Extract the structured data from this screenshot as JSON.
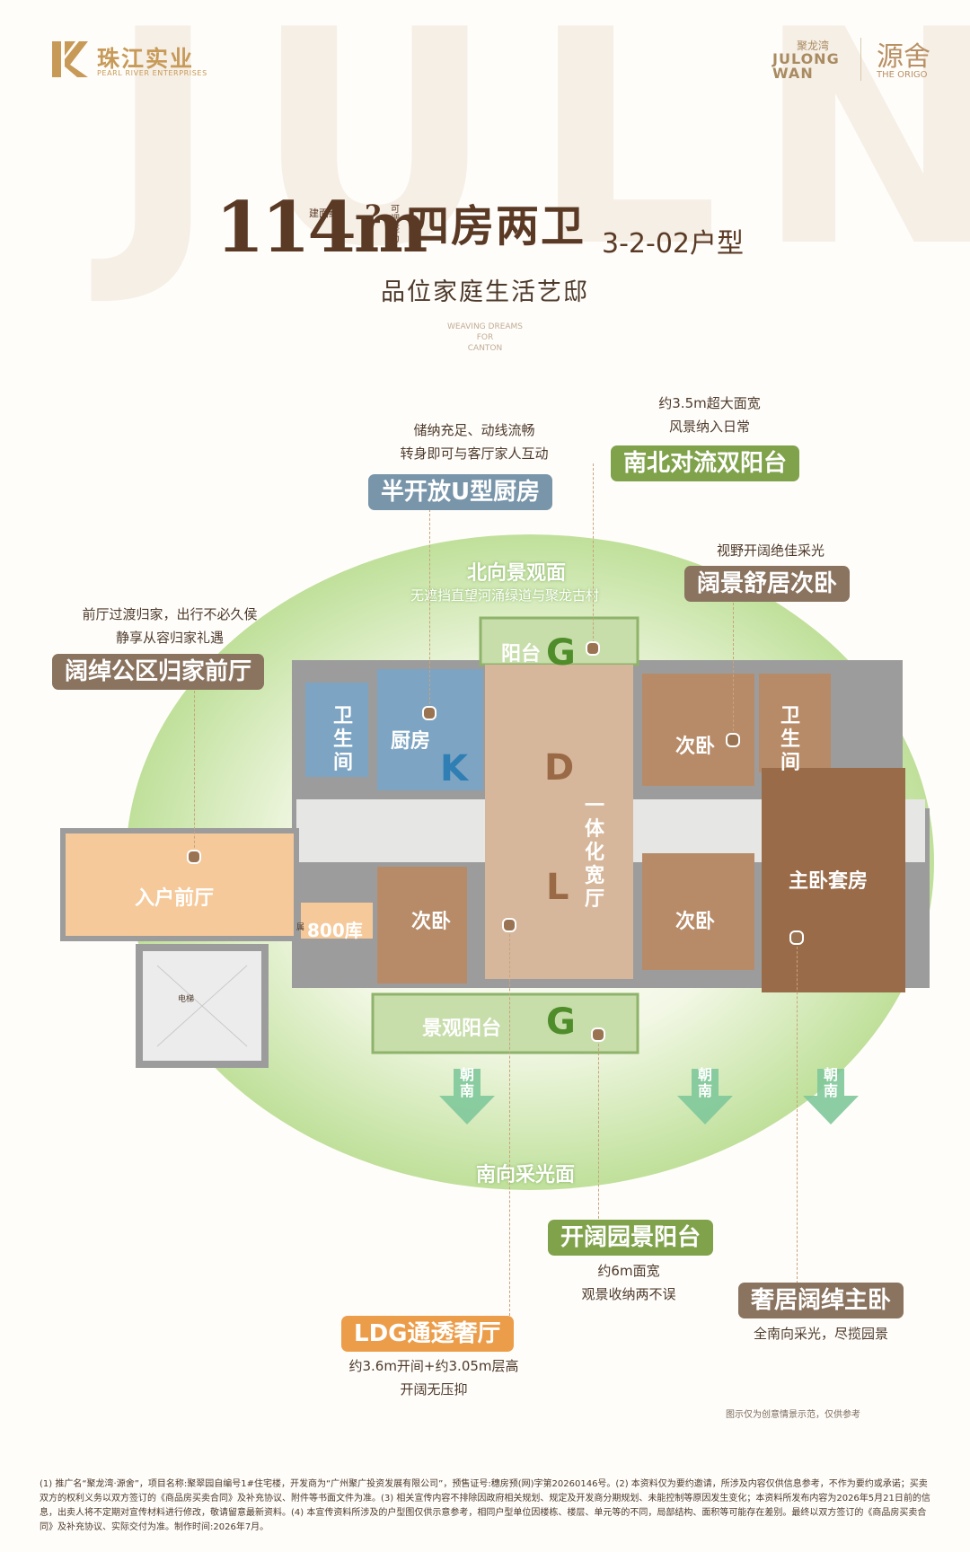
{
  "brand": {
    "company_cn": "珠江实业",
    "company_en": "PEARL RIVER ENTERPRISES",
    "project_cn": "聚龙湾",
    "project_en": "JULONG WAN",
    "series_cn": "源舍",
    "series_en": "THE ORIGO",
    "bg_letters": "JULNU"
  },
  "headline": {
    "area_value": "114m",
    "area_sup": "2",
    "area_note": "建面约",
    "adjust_note": "可调整为",
    "layout": "四房两卫",
    "unit_code": "3-2-02户型",
    "subtitle": "品位家庭生活艺邸",
    "weaving": [
      "WEAVING DREAMS",
      "FOR",
      "CANTON"
    ]
  },
  "callouts": {
    "kitchen": {
      "title": "半开放U型厨房",
      "lines": [
        "储纳充足、动线流畅",
        "转身即可与客厅家人互动"
      ]
    },
    "balcony_ns": {
      "title": "南北对流双阳台",
      "lines": [
        "约3.5m超大面宽",
        "风景纳入日常"
      ]
    },
    "bedroom2": {
      "title": "阔景舒居次卧",
      "lines": [
        "视野开阔绝佳采光"
      ]
    },
    "foyer": {
      "title": "阔绰公区归家前厅",
      "lines": [
        "前厅过渡归家，出行不必久侯",
        "静享从容归家礼遇"
      ]
    },
    "garden_balcony": {
      "title": "开阔园景阳台",
      "lines": [
        "约6m面宽",
        "观景收纳两不误"
      ]
    },
    "master": {
      "title": "奢居阔绰主卧",
      "lines": [
        "全南向采光，尽揽园景"
      ]
    },
    "ldg": {
      "title": "LDG通透奢厅",
      "lines": [
        "约3.6m开间+约3.05m层高",
        "开阔无压抑"
      ]
    }
  },
  "plan": {
    "north_view": "北向景观面",
    "north_sub": "无遮挡直望河涌绿道与聚龙古村",
    "south_view": "南向采光面",
    "rooms": {
      "bath1": "卫生间",
      "kitchen": "厨房",
      "balcony_n": "阳台",
      "bed_ne": "次卧",
      "bath2": "卫生间",
      "living_vertical": "一体化宽厅",
      "bed_sw": "次卧",
      "bed_se": "次卧",
      "master": "主卧套房",
      "foyer": "入户前厅",
      "storage": "800库",
      "storage_prefix": "属",
      "balcony_s": "景观阳台",
      "elevator": "电梯"
    },
    "letters": {
      "k": "K",
      "d": "D",
      "l": "L",
      "g1": "G",
      "g2": "G"
    },
    "south_arrow": "朝南"
  },
  "notes": {
    "image_disclaimer": "图示仅为创意情景示范，仅供参考",
    "footer": "(1) 推广名“聚龙湾·源舍”，项目名称:聚翠园自编号1#住宅楼，开发商为“广州聚广投资发展有限公司”，预售证号:穗房预(网)字第20260146号。(2) 本资料仅为要约邀请，所涉及内容仅供信息参考，不作为要约或承诺；买卖双方的权利义务以双方签订的《商品房买卖合同》及补充协议、附件等书面文件为准。(3) 相关宣传内容不排除因政府相关规划、规定及开发商分期规划、未能控制等原因发生变化；本资料所发布内容为2026年5月21日前的信息，出卖人将不定期对宣传材料进行修改，敬请留意最新资料。(4) 本宣传资料所涉及的户型图仅供示意参考，相同户型单位因楼栋、楼层、单元等的不同，局部结构、面积等可能存在差别。最终以双方签订的《商品房买卖合同》及补充协议、实际交付为准。制作时间:2026年7月。"
  },
  "colors": {
    "brand_gold": "#c79a58",
    "kitchen_blue": "#7895aa",
    "balcony_green": "#7fa24a",
    "room_brown": "#8a735f",
    "ldg_orange": "#ec9d4a"
  }
}
